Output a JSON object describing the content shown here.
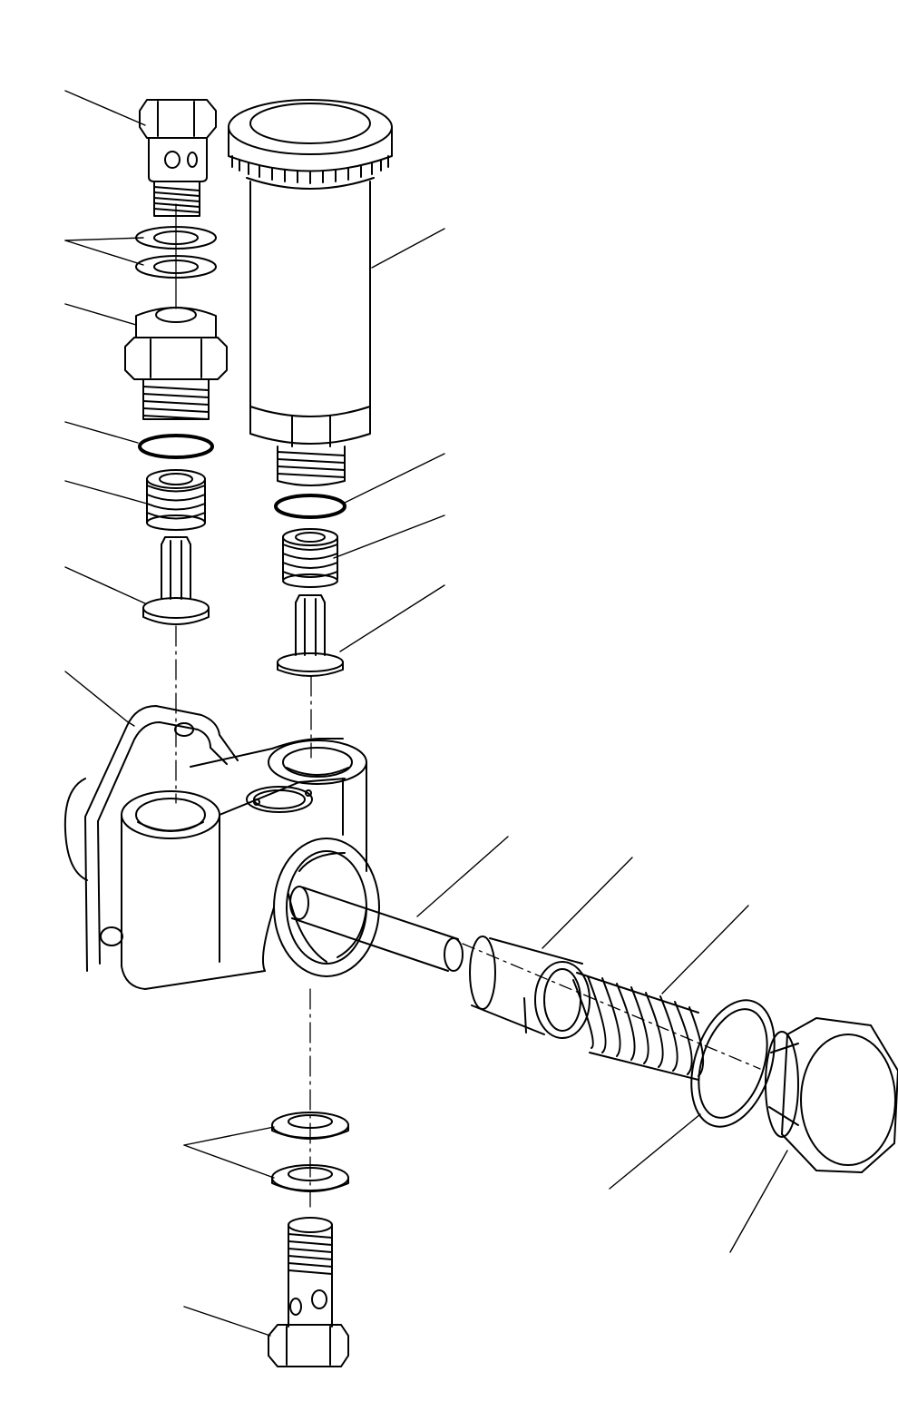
{
  "diagram": {
    "kind": "exploded-parts-view",
    "line_color": "#000000",
    "background": "#ffffff",
    "callout_labels": [],
    "parts": [
      "banjo-bolt-top",
      "washers-top",
      "adapter-fitting",
      "o-ring-left",
      "spring-left",
      "valve-left",
      "priming-pump-cylinder",
      "o-ring-right",
      "spring-right",
      "valve-right",
      "pump-body",
      "plunger-pin",
      "piston",
      "piston-spring",
      "gasket-ring",
      "plug-cap",
      "washers-bottom",
      "banjo-bolt-bottom"
    ]
  }
}
